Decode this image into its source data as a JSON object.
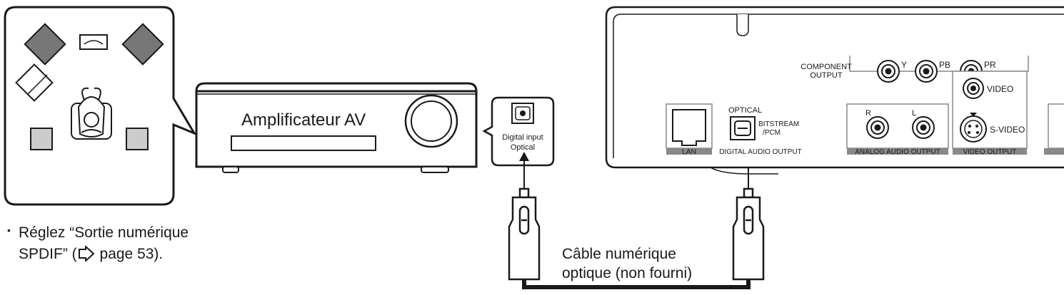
{
  "amplifier": {
    "label": "Amplificateur AV",
    "input_label_line1": "Digital input",
    "input_label_line2": "Optical"
  },
  "cable": {
    "label_line1": "Câble numérique",
    "label_line2": "optique (non fourni)"
  },
  "note": {
    "bullet": "•",
    "text_line1": "Réglez “Sortie numérique",
    "text_line2_start": "SPDIF” (",
    "text_line2_end": "page 53)."
  },
  "player": {
    "component_output_line1": "COMPONENT",
    "component_output_line2": "OUTPUT",
    "component_y": "Y",
    "component_pb": "PB",
    "component_pr": "PR",
    "lan": "LAN",
    "optical": "OPTICAL",
    "bitstream_line1": "BITSTREAM",
    "bitstream_line2": "/PCM",
    "digital_audio_output": "DIGITAL AUDIO OUTPUT",
    "analog_r": "R",
    "analog_l": "L",
    "analog_audio_output": "ANALOG AUDIO OUTPUT",
    "video": "VIDEO",
    "s_video": "S-VIDEO",
    "video_output": "VIDEO OUTPUT"
  },
  "colors": {
    "line": "#1a1a1a",
    "speaker_dark": "#777777",
    "speaker_light": "#cccccc",
    "panel_gray": "#888888"
  }
}
